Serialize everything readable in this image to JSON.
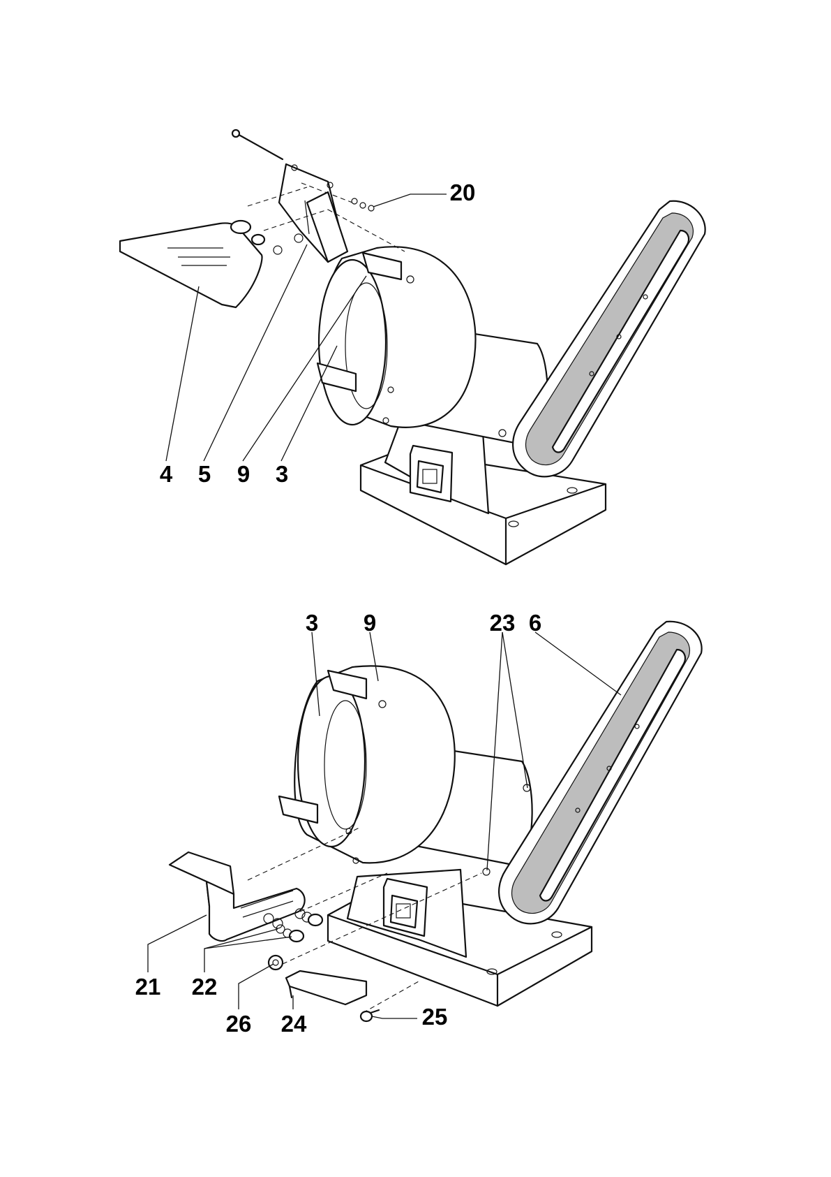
{
  "diagram": {
    "top_view": {
      "callouts": [
        "20",
        "4",
        "5",
        "9",
        "3"
      ]
    },
    "bottom_view": {
      "callouts": [
        "3",
        "9",
        "23",
        "6",
        "21",
        "22",
        "26",
        "24",
        "25"
      ]
    }
  }
}
